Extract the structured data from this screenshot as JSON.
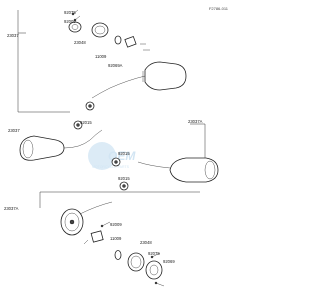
{
  "reference_code": "F2786-011",
  "watermark_text": "OEM MOTORCYCLE PARTS",
  "part_numbers": {
    "p23037_top": "23037",
    "p92075_top": "92075",
    "p92009_top": "92009",
    "p23048_top": "23048",
    "p11009_top": "11009",
    "p92069a_top": "92069A",
    "p23037_left": "23037",
    "p92015_left": "92015",
    "p23037a_right": "23037A",
    "p92015_mid": "92015",
    "p92015_low": "92015",
    "p23037a_bottom": "23037A",
    "p92009_bottom": "92009",
    "p11009_bottom": "11009",
    "p23048_bottom": "23048",
    "p92075_bottom": "92075",
    "p92069_bottom": "92069"
  }
}
